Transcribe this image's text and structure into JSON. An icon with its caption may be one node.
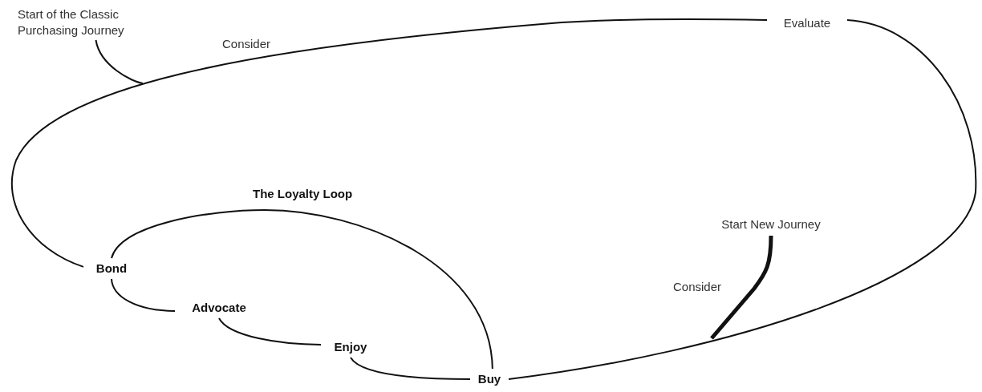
{
  "diagram": {
    "nodes": [
      {
        "text": [
          "Start of the Classic Purchasing Journey"
        ]
      },
      {
        "text": [
          "Evaluate"
        ]
      },
      {
        "text": [
          "Bond"
        ]
      },
      {
        "text": [
          "Advocate"
        ]
      },
      {
        "text": [
          "Enjoy"
        ]
      },
      {
        "text": [
          "Buy"
        ]
      },
      {
        "text": [
          "Start New Journey"
        ]
      }
    ],
    "edges": [
      {
        "from": 0,
        "to": null,
        "arrow": "none"
      },
      {
        "from": 2,
        "to": 1,
        "arrow": "none",
        "label": "Consider"
      },
      {
        "from": 1,
        "to": 5,
        "arrow": "none"
      },
      {
        "from": 2,
        "to": 5,
        "arrow": "none"
      },
      {
        "from": 2,
        "to": 3,
        "arrow": "none"
      },
      {
        "from": 3,
        "to": 4,
        "arrow": "none"
      },
      {
        "from": 4,
        "to": 5,
        "arrow": "none"
      },
      {
        "from": 6,
        "to": null,
        "arrow": "none",
        "label": "Consider",
        "style": "thick"
      }
    ],
    "labels": [
      "The Loyalty Loop"
    ]
  }
}
